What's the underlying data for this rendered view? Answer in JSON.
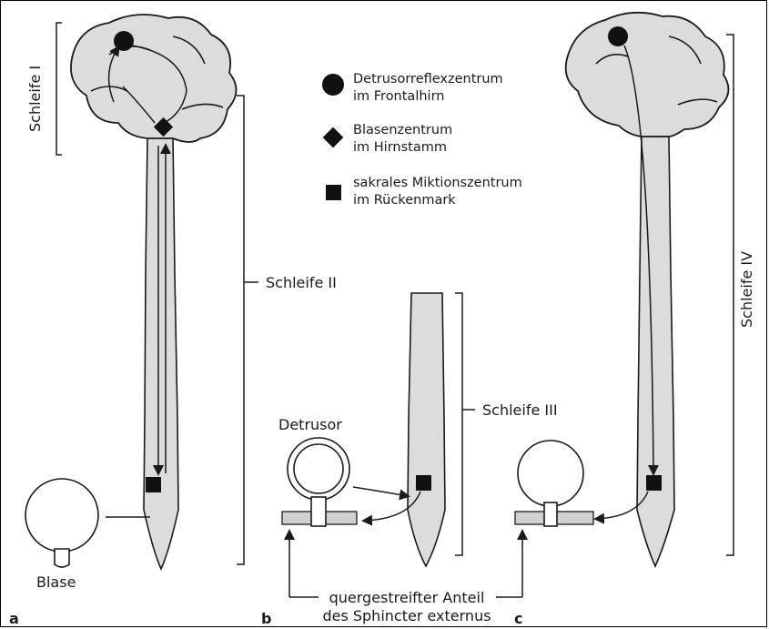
{
  "legend": {
    "items": [
      {
        "symbol": "circle-icon",
        "line1": "Detrusorreflexzentrum",
        "line2": "im Frontalhirn"
      },
      {
        "symbol": "diamond-icon",
        "line1": "Blasenzentrum",
        "line2": "im Hirnstamm"
      },
      {
        "symbol": "square-icon",
        "line1": "sakrales Miktionszentrum",
        "line2": "im Rückenmark"
      }
    ]
  },
  "loops": {
    "loop1": "Schleife I",
    "loop2": "Schleife II",
    "loop3": "Schleife III",
    "loop4": "Schleife IV"
  },
  "labels": {
    "blase": "Blase",
    "detrusor": "Detrusor",
    "sphincter_line1": "quergestreifter Anteil",
    "sphincter_line2": "des Sphincter externus"
  },
  "panels": {
    "a": "a",
    "b": "b",
    "c": "c"
  }
}
